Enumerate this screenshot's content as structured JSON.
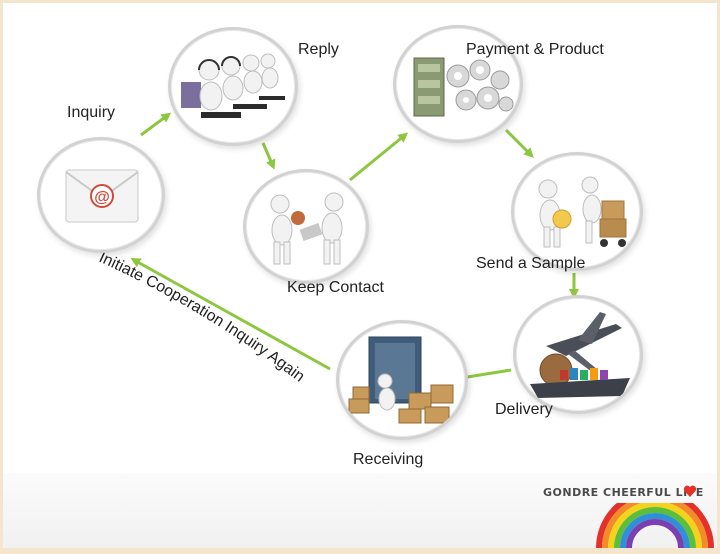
{
  "steps": {
    "inquiry": "Inquiry",
    "reply": "Reply",
    "payment": "Payment & Product",
    "keep_contact": "Keep Contact",
    "send_sample": "Send a Sample",
    "delivery": "Delivery",
    "receiving": "Receiving"
  },
  "loop_label": "Initiate Cooperation Inquiry Again",
  "brand": "GONDRE CHEERFUL LIFE",
  "colors": {
    "arrow": "#8dc63f",
    "circle_border": "#d2d2d2",
    "brand_heart": "#e4322b"
  }
}
